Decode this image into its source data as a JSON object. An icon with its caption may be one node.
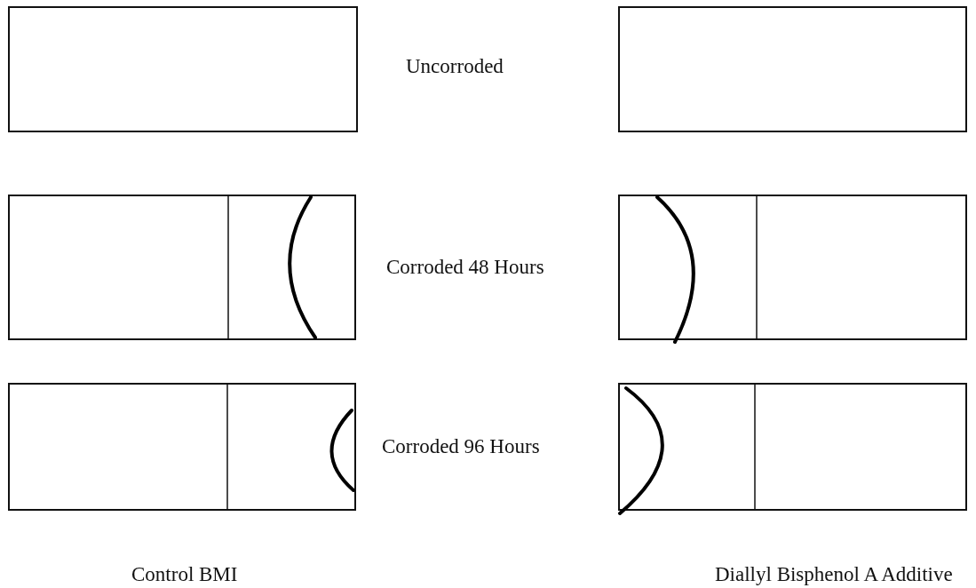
{
  "diagram": {
    "labels": [
      "Uncorroded",
      "Corroded 48 Hours",
      "Corroded 96 Hours",
      "Control BMI",
      "Diallyl Bisphenol A Additive"
    ]
  }
}
